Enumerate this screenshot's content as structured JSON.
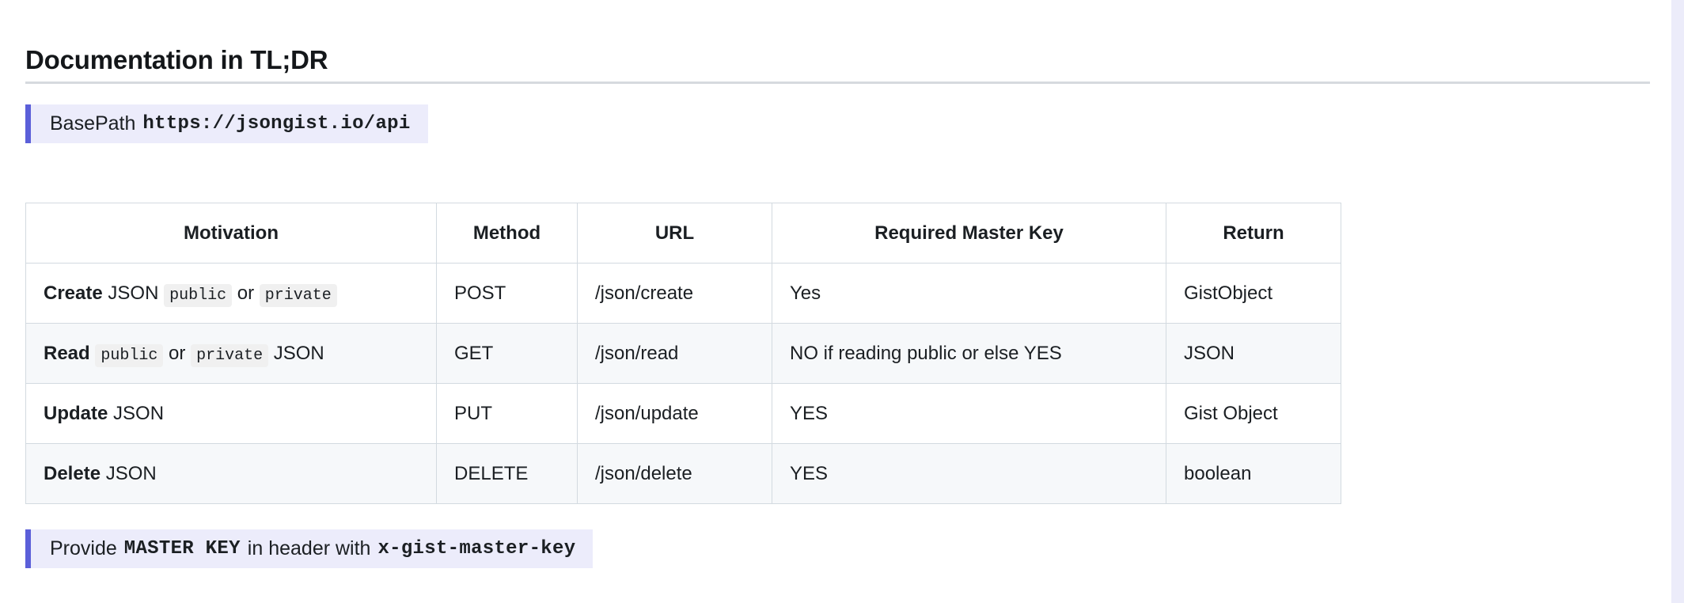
{
  "page": {
    "title": "Documentation in TL;DR",
    "accent_color": "#5b5fd9",
    "callout_bg": "#ececfb",
    "rule_color": "#d6dade",
    "table_border_color": "#d3dae0",
    "stripe_color": "#f6f8fa",
    "chip_bg": "#f0f0f0"
  },
  "basepath_callout": {
    "label": "BasePath",
    "value": "https://jsongist.io/api"
  },
  "masterkey_callout": {
    "prefix": "Provide",
    "key_name": "MASTER KEY",
    "middle": "in header with",
    "header_name": "x-gist-master-key"
  },
  "table": {
    "headers": [
      "Motivation",
      "Method",
      "URL",
      "Required Master Key",
      "Return"
    ],
    "rows": [
      {
        "motivation": {
          "verb": "Create",
          "text_after_verb": "JSON",
          "code_1": "public",
          "between_codes": "or",
          "code_2": "private",
          "text_end": ""
        },
        "method": "POST",
        "url": "/json/create",
        "master_key": "Yes",
        "return": "GistObject"
      },
      {
        "motivation": {
          "verb": "Read",
          "text_after_verb": "",
          "code_1": "public",
          "between_codes": "or",
          "code_2": "private",
          "text_end": "JSON"
        },
        "method": "GET",
        "url": "/json/read",
        "master_key": "NO if reading public or else YES",
        "return": "JSON"
      },
      {
        "motivation": {
          "verb": "Update",
          "text_after_verb": "JSON",
          "code_1": "",
          "between_codes": "",
          "code_2": "",
          "text_end": ""
        },
        "method": "PUT",
        "url": "/json/update",
        "master_key": "YES",
        "return": "Gist Object"
      },
      {
        "motivation": {
          "verb": "Delete",
          "text_after_verb": "JSON",
          "code_1": "",
          "between_codes": "",
          "code_2": "",
          "text_end": ""
        },
        "method": "DELETE",
        "url": "/json/delete",
        "master_key": "YES",
        "return": "boolean"
      }
    ]
  }
}
